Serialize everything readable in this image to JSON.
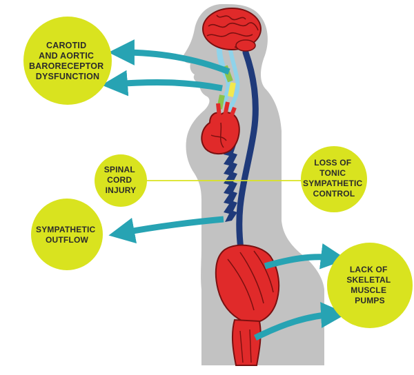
{
  "labels": {
    "carotid": [
      "CAROTID",
      "AND AORTIC",
      "BARORECEPTOR",
      "DYSFUNCTION"
    ],
    "spinal": [
      "SPINAL",
      "CORD",
      "INJURY"
    ],
    "tonic": [
      "LOSS OF",
      "TONIC",
      "SYMPATHETIC",
      "CONTROL"
    ],
    "outflow": [
      "SYMPATHETIC",
      "OUTFLOW"
    ],
    "pumps": [
      "LACK OF",
      "SKELETAL",
      "MUSCLE",
      "PUMPS"
    ]
  },
  "colors": {
    "bubble": "#d9e31f",
    "arrow": "#27a3b3",
    "body": "#c2c2c2",
    "organ": "#e02a2a",
    "spine": "#1f3a7a",
    "nerve_blue": "#8fd3ea",
    "nerve_green": "#8bc34a",
    "nerve_yellow": "#f2e94e"
  }
}
